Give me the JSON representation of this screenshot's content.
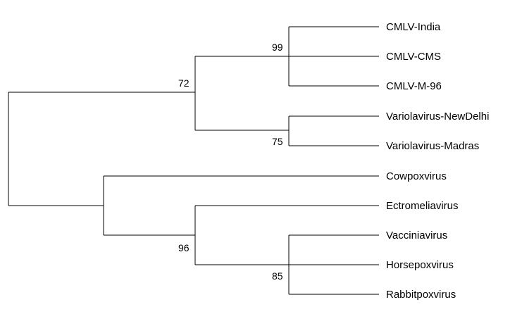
{
  "tree": {
    "taxa": [
      {
        "id": "t1",
        "label": "CMLV-India"
      },
      {
        "id": "t2",
        "label": "CMLV-CMS"
      },
      {
        "id": "t3",
        "label": "CMLV-M-96"
      },
      {
        "id": "t4",
        "label": "Variolavirus-NewDelhi"
      },
      {
        "id": "t5",
        "label": "Variolavirus-Madras"
      },
      {
        "id": "t6",
        "label": "Cowpoxvirus"
      },
      {
        "id": "t7",
        "label": "Ectromeliavirus"
      },
      {
        "id": "t8",
        "label": "Vacciniavirus"
      },
      {
        "id": "t9",
        "label": "Horsepoxvirus"
      },
      {
        "id": "t10",
        "label": "Rabbitpoxvirus"
      }
    ],
    "support_values": [
      {
        "node": "cmlv-clade",
        "value": "99"
      },
      {
        "node": "camelpox-variola-clade",
        "value": "72"
      },
      {
        "node": "variola-clade",
        "value": "75"
      },
      {
        "node": "ectromelia-vaccinia-clade",
        "value": "96"
      },
      {
        "node": "vaccinia-clade",
        "value": "85"
      }
    ]
  }
}
